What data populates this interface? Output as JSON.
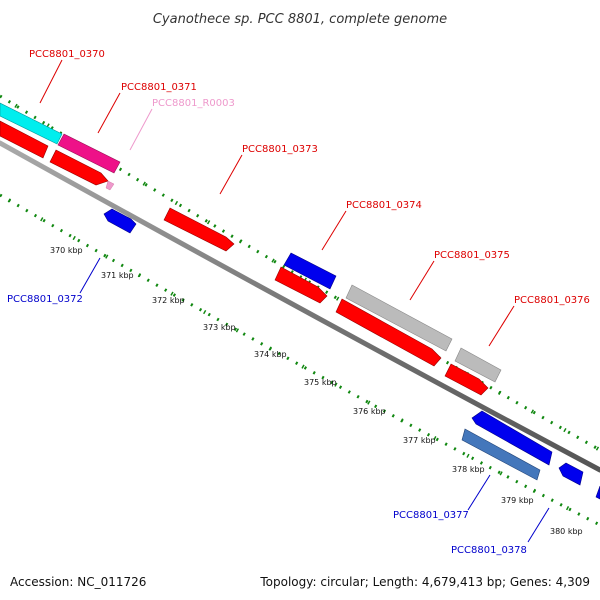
{
  "title": "Cyanothece sp. PCC 8801, complete genome",
  "footer": {
    "accession": "Accession: NC_011726",
    "summary": "Topology: circular; Length: 4,679,413 bp; Genes: 4,309"
  },
  "ticks": [
    "370 kbp",
    "371 kbp",
    "372 kbp",
    "373 kbp",
    "374 kbp",
    "375 kbp",
    "376 kbp",
    "377 kbp",
    "378 kbp",
    "379 kbp",
    "380 kbp"
  ],
  "labels": {
    "g0370": "PCC8801_0370",
    "g0371": "PCC8801_0371",
    "gR0003": "PCC8801_R0003",
    "g0372": "PCC8801_0372",
    "g0373": "PCC8801_0373",
    "g0374": "PCC8801_0374",
    "g0375": "PCC8801_0375",
    "g0376": "PCC8801_0376",
    "g0377": "PCC8801_0377",
    "g0378": "PCC8801_0378"
  },
  "colors": {
    "forward_cds": "#ff0000",
    "reverse_cds": "#0000ee",
    "rna": "#ee66aa",
    "cyan": "#00eeee",
    "magenta": "#ee1188",
    "grey": "#bbbbbb",
    "steel": "#4477bb",
    "red_label": "#dd0000",
    "blue_label": "#0000cc",
    "pink_label": "#ee99cc",
    "grid": "#118811",
    "backbone": "#888888"
  }
}
